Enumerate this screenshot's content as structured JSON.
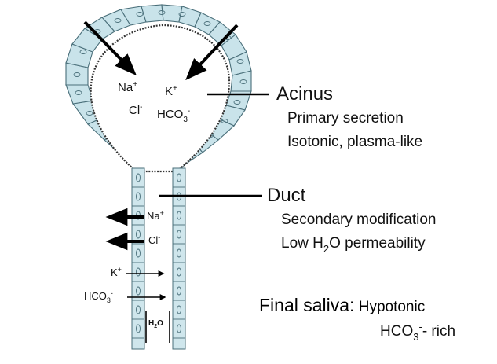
{
  "ions": {
    "na": "Na",
    "na_sup": "+",
    "cl": "Cl",
    "cl_sup": "-",
    "k": "K",
    "k_sup": "+",
    "hco3": "HCO",
    "hco3_sub": "3",
    "hco3_sup": "-",
    "h2o_h": "H",
    "h2o_sub": "2",
    "h2o_o": "O"
  },
  "acinus": {
    "label": "Acinus",
    "line1": "Primary secretion",
    "line2": "Isotonic, plasma-like"
  },
  "duct": {
    "label": "Duct",
    "line1": "Secondary modification",
    "line2_pre": "Low H",
    "line2_sub": "2",
    "line2_post": "O permeability"
  },
  "final": {
    "label": "Final saliva:",
    "value1": " Hypotonic",
    "value2_pre": "HCO",
    "value2_sub": "3",
    "value2_sup": "-",
    "value2_post": "- rich"
  },
  "colors": {
    "cell_fill": "#c9e3ea",
    "cell_stroke": "#4a6f7a",
    "arrow": "#000000"
  }
}
